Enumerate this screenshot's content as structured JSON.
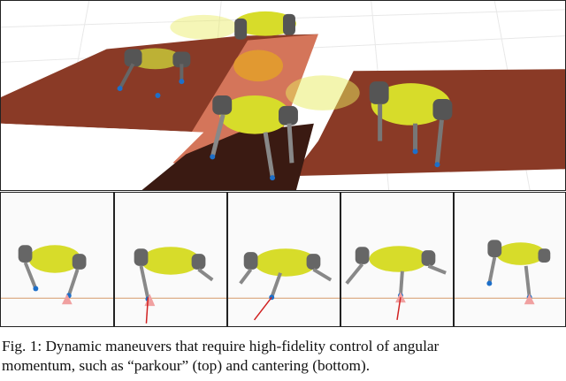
{
  "figure": {
    "caption_lines": [
      "Fig. 1: Dynamic maneuvers that require high-fidelity control of angular",
      "momentum, such as “parkour” (top) and cantering (bottom)."
    ],
    "bottom_frames": [
      {
        "name": "canter-frame-1"
      },
      {
        "name": "canter-frame-2"
      },
      {
        "name": "canter-frame-3"
      },
      {
        "name": "canter-frame-4"
      },
      {
        "name": "canter-frame-5"
      }
    ],
    "colors": {
      "floor": "#8a3a26",
      "ramp": "#d4755a",
      "ramp_shadow": "#3a1a12",
      "body": "#d7dc2a",
      "legs": "#555555",
      "feet": "#1d6fc9",
      "ground_line": "#d9a47a",
      "force_arrow": "#d02020",
      "contact_cone": "#f0a0a0"
    }
  }
}
